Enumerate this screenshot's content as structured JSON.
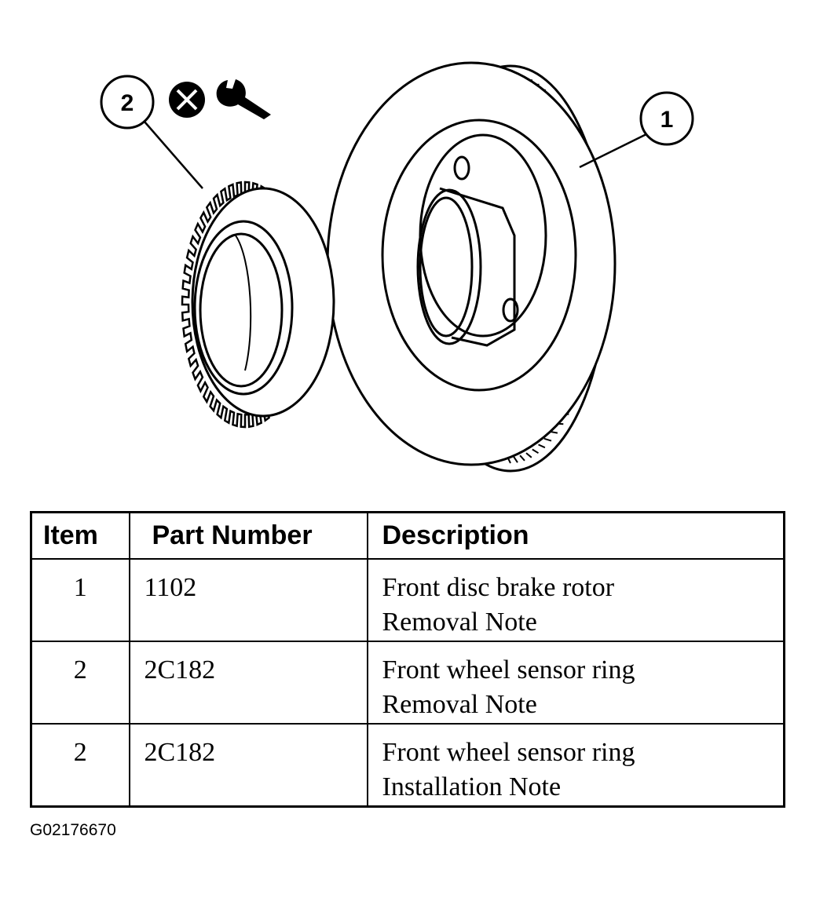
{
  "callouts": {
    "rotor": "1",
    "sensor_ring": "2"
  },
  "icons": [
    "do-not-reuse-icon",
    "wrench-icon"
  ],
  "table": {
    "headers": {
      "item": "Item",
      "part_number": "Part Number",
      "description": "Description"
    },
    "rows": [
      {
        "item": "1",
        "part_number": "1102",
        "description": [
          "Front disc brake rotor",
          "Removal Note"
        ]
      },
      {
        "item": "2",
        "part_number": "2C182",
        "description": [
          "Front wheel sensor ring",
          "Removal Note"
        ]
      },
      {
        "item": "2",
        "part_number": "2C182",
        "description": [
          "Front wheel sensor ring",
          "Installation Note"
        ]
      }
    ]
  },
  "figure_id": "G02176670"
}
